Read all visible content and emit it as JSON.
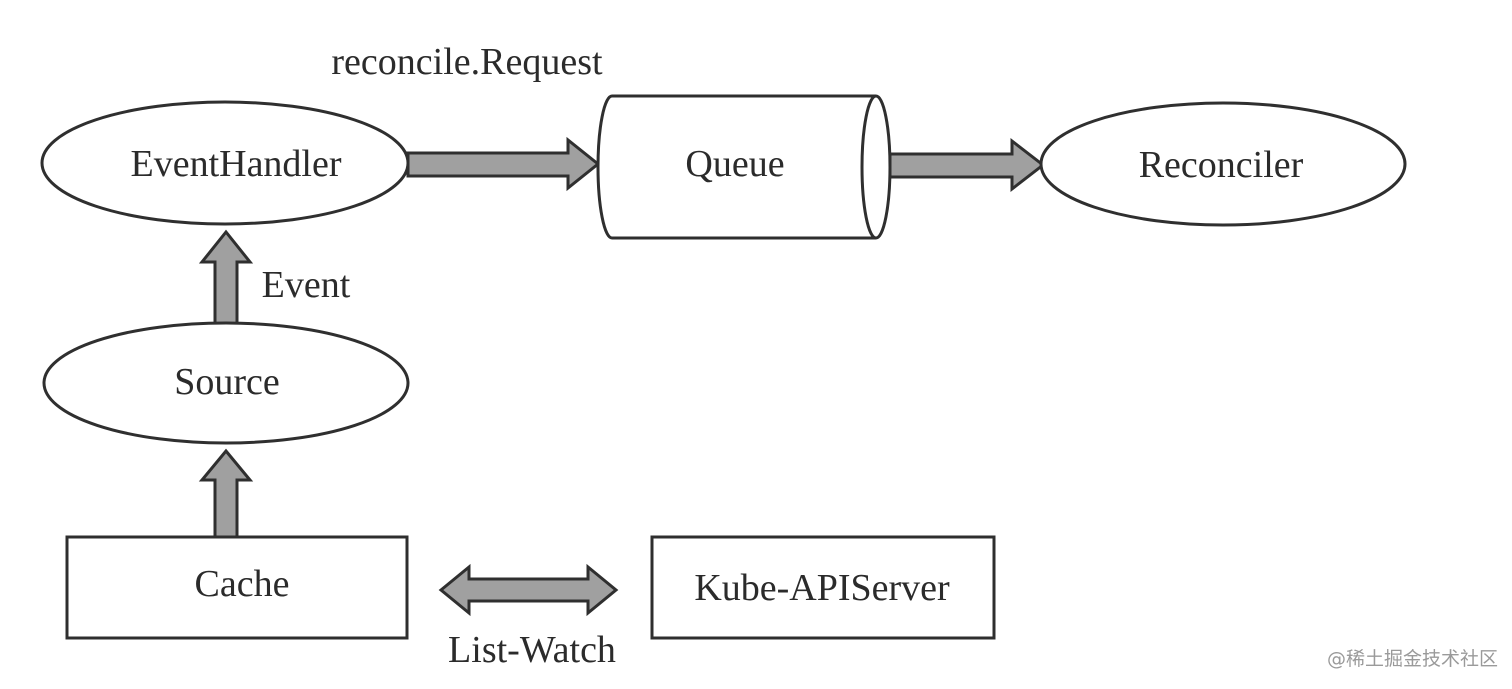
{
  "nodes": {
    "event_handler": "EventHandler",
    "queue": "Queue",
    "reconciler": "Reconciler",
    "source": "Source",
    "cache": "Cache",
    "kube_apiserver": "Kube-APIServer"
  },
  "edges": {
    "reconcile_request": "reconcile.Request",
    "event": "Event",
    "list_watch": "List-Watch"
  },
  "watermark": "@稀土掘金技术社区",
  "colors": {
    "arrow_fill": "#a0a0a0",
    "stroke": "#2f2f2f",
    "text": "#2b2b2b",
    "background": "#ffffff"
  }
}
